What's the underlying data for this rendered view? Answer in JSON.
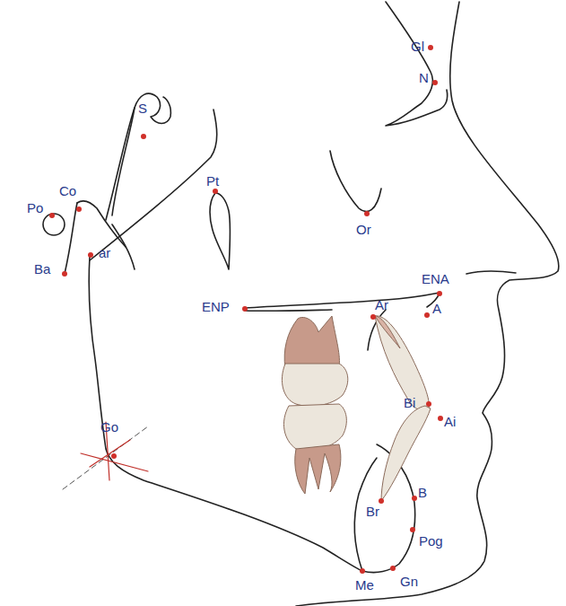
{
  "diagram": {
    "labels": [
      "Gl",
      "N",
      "S",
      "Pt",
      "Po",
      "Co",
      "Or",
      "ar",
      "Ba",
      "ENA",
      "ENP",
      "Ar",
      "A",
      "Bi",
      "Ai",
      "Go",
      "Br",
      "B",
      "Pog",
      "Me",
      "Gn"
    ]
  }
}
